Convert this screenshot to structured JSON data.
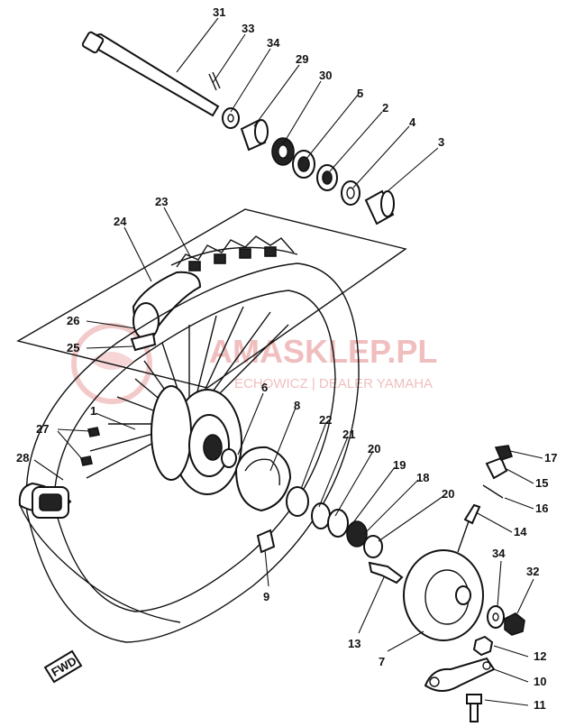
{
  "watermark": {
    "brand": "AMASKLEP.PL",
    "tagline": "ECHOWICZ | DEALER YAMAHA",
    "color": "#e48a8a"
  },
  "fwd_badge": "FWD",
  "callouts": [
    "31",
    "33",
    "34",
    "29",
    "30",
    "5",
    "2",
    "4",
    "3",
    "23",
    "24",
    "26",
    "25",
    "6",
    "8",
    "22",
    "21",
    "20",
    "19",
    "18",
    "20",
    "17",
    "15",
    "16",
    "14",
    "27",
    "1",
    "28",
    "9",
    "34",
    "32",
    "13",
    "7",
    "12",
    "10",
    "11"
  ]
}
